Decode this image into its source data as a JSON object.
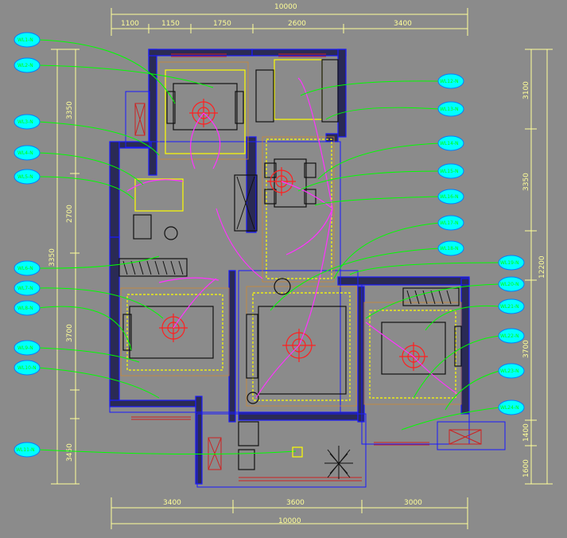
{
  "dimensions": {
    "top_total": "10000",
    "top_segments": [
      "1100",
      "1150",
      "1750",
      "2600",
      "3400"
    ],
    "bottom_segments": [
      "3400",
      "3600",
      "3000"
    ],
    "bottom_total": "10000",
    "left_segments": [
      "3350",
      "2700",
      "3350",
      "3700",
      "3450"
    ],
    "right_segments": [
      "3100",
      "3350",
      "3700",
      "1400",
      "1600"
    ],
    "right_total": "12200"
  },
  "circuit_tags": {
    "left": [
      "WL1-N",
      "WL2-N",
      "WL3-N",
      "WL4-N",
      "WL5-N",
      "WL6-N",
      "WL7-N",
      "WL8-N",
      "WL9-N",
      "WL10-N",
      "WL11-N"
    ],
    "right": [
      "WL12-N",
      "WL13-N",
      "WL14-N",
      "WL15-N",
      "WL16-N",
      "WL17-N",
      "WL18-N",
      "WL19-N",
      "WL20-N",
      "WL21-N",
      "WL22-N",
      "WL23-N",
      "WL24-N"
    ]
  },
  "colors": {
    "background": "#8b8b8b",
    "wall": "#1a1aff",
    "wall_fill": "#2a2a55",
    "dimension": "#ffff99",
    "circuit": "#00ff00",
    "tag_fill": "#00ffff",
    "lighting": "#ff00ff",
    "fixture": "#ff2020",
    "ceiling": "#ffff00",
    "furniture": "#111111"
  }
}
